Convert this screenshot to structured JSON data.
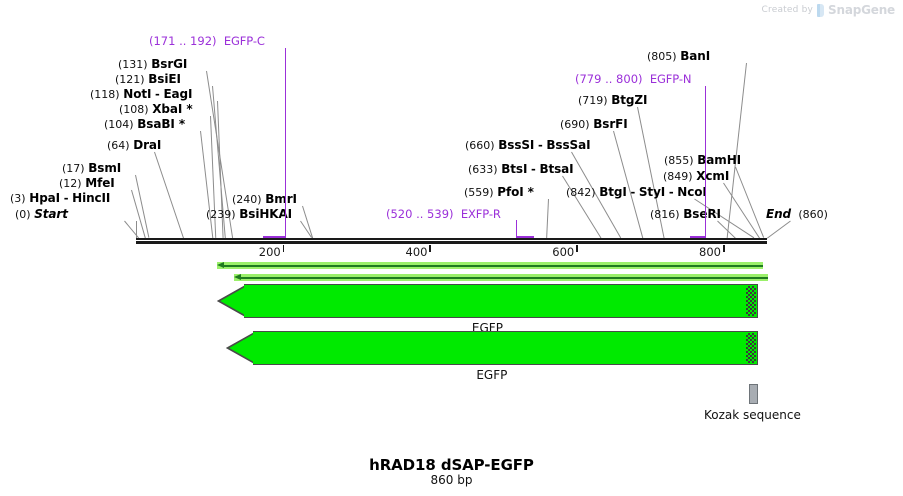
{
  "credit": {
    "prefix": "Created by",
    "brand": "SnapGene",
    "logo_icon": "snapgene-logo-icon"
  },
  "map": {
    "title": "hRAD18 dSAP-EGFP",
    "length_label": "860 bp",
    "length_bp": 860,
    "start_label": "Start",
    "start_pos": "(0)",
    "end_label": "End",
    "end_pos": "(860)"
  },
  "ruler": {
    "ticks": [
      {
        "label": "200",
        "bp": 200
      },
      {
        "label": "400",
        "bp": 400
      },
      {
        "label": "600",
        "bp": 600
      },
      {
        "label": "800",
        "bp": 800
      }
    ]
  },
  "sites": [
    {
      "pos": "(3)",
      "name": "HpaI",
      "name2": "HincII",
      "bp": 3,
      "star": false
    },
    {
      "pos": "(12)",
      "name": "MfeI",
      "name2": null,
      "bp": 12,
      "star": false
    },
    {
      "pos": "(17)",
      "name": "BsmI",
      "name2": null,
      "bp": 17,
      "star": false
    },
    {
      "pos": "(64)",
      "name": "DraI",
      "name2": null,
      "bp": 64,
      "star": false
    },
    {
      "pos": "(104)",
      "name": "BsaBI",
      "name2": null,
      "bp": 104,
      "star": true
    },
    {
      "pos": "(108)",
      "name": "XbaI",
      "name2": null,
      "bp": 108,
      "star": true
    },
    {
      "pos": "(118)",
      "name": "NotI",
      "name2": "EagI",
      "bp": 118,
      "star": false
    },
    {
      "pos": "(121)",
      "name": "BsiEI",
      "name2": null,
      "bp": 121,
      "star": false
    },
    {
      "pos": "(131)",
      "name": "BsrGI",
      "name2": null,
      "bp": 131,
      "star": false
    },
    {
      "pos": "(239)",
      "name": "BsiHKAI",
      "name2": null,
      "bp": 239,
      "star": false
    },
    {
      "pos": "(240)",
      "name": "BmrI",
      "name2": null,
      "bp": 240,
      "star": false
    },
    {
      "pos": "(559)",
      "name": "PfoI",
      "name2": null,
      "bp": 559,
      "star": true
    },
    {
      "pos": "(633)",
      "name": "BtsI",
      "name2": "BtsaI",
      "bp": 633,
      "star": false
    },
    {
      "pos": "(660)",
      "name": "BssSI",
      "name2": "BssSaI",
      "bp": 660,
      "star": false
    },
    {
      "pos": "(690)",
      "name": "BsrFI",
      "name2": null,
      "bp": 690,
      "star": false
    },
    {
      "pos": "(719)",
      "name": "BtgZI",
      "name2": null,
      "bp": 719,
      "star": false
    },
    {
      "pos": "(805)",
      "name": "BanI",
      "name2": null,
      "bp": 805,
      "star": false
    },
    {
      "pos": "(816)",
      "name": "BseRI",
      "name2": null,
      "bp": 816,
      "star": false
    },
    {
      "pos": "(842)",
      "name": "BtgI",
      "name2": "StyI",
      "name3": "NcoI",
      "bp": 842,
      "star": false
    },
    {
      "pos": "(849)",
      "name": "XcmI",
      "name2": null,
      "bp": 849,
      "star": false
    },
    {
      "pos": "(855)",
      "name": "BamHI",
      "name2": null,
      "bp": 855,
      "star": false
    }
  ],
  "primers": [
    {
      "range": "(171 .. 192)",
      "name": "EGFP-C",
      "start": 171,
      "end": 192,
      "direction": "reverse"
    },
    {
      "range": "(520 .. 539)",
      "name": "EXFP-R",
      "start": 520,
      "end": 539,
      "direction": "forward"
    },
    {
      "range": "(779 .. 800)",
      "name": "EGFP-N",
      "start": 779,
      "end": 800,
      "direction": "reverse"
    }
  ],
  "thin_arrows": [
    {
      "name": "primer-trace-1",
      "left_bp": 110,
      "right_bp": 855,
      "direction": "left"
    },
    {
      "name": "primer-trace-2",
      "left_bp": 134,
      "right_bp": 862,
      "direction": "left"
    }
  ],
  "features": [
    {
      "name": "EGFP",
      "label": "EGFP",
      "left_bp": 110,
      "right_bp": 848,
      "direction": "left",
      "color": "#00ea00",
      "has_kozak": true
    },
    {
      "name": "EGFP",
      "label": "EGFP",
      "left_bp": 122,
      "right_bp": 848,
      "direction": "left",
      "color": "#00ea00",
      "has_kozak": true
    }
  ],
  "legend": {
    "kozak_label": "Kozak sequence",
    "kozak_color": "#a8adb3"
  },
  "colors": {
    "feature_green": "#00ea00",
    "primer_purple": "#9b30d9",
    "backbone_black": "#1a1a1a",
    "leader_gray": "#8c8c8c"
  }
}
